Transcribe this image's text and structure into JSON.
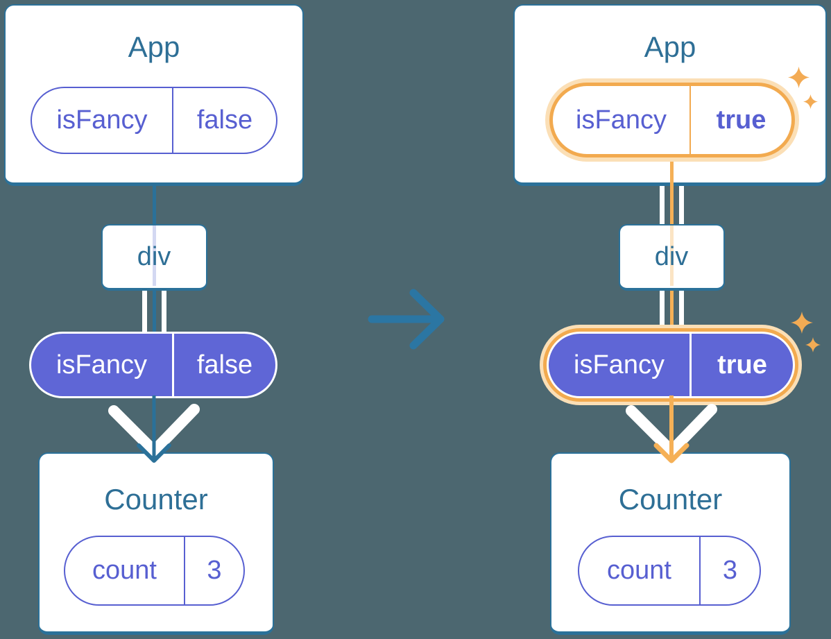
{
  "diagram": {
    "before": {
      "app": {
        "title": "App",
        "prop_name": "isFancy",
        "prop_value": "false"
      },
      "div": {
        "label": "div"
      },
      "passed_prop": {
        "name": "isFancy",
        "value": "false"
      },
      "counter": {
        "title": "Counter",
        "state_name": "count",
        "state_value": "3"
      }
    },
    "after": {
      "app": {
        "title": "App",
        "prop_name": "isFancy",
        "prop_value": "true"
      },
      "div": {
        "label": "div"
      },
      "passed_prop": {
        "name": "isFancy",
        "value": "true"
      },
      "counter": {
        "title": "Counter",
        "state_name": "count",
        "state_value": "3"
      }
    },
    "icons": {
      "transition_arrow": "right-arrow",
      "flow_arrow": "down-arrow",
      "sparkle": "four-point-star"
    },
    "colors": {
      "background": "#4c6770",
      "card_border_blue": "#2b7199",
      "node_title_text": "#2e6f96",
      "indigo_text": "#575fd1",
      "indigo_fill": "#5f66d6",
      "lavender_pass_line": "#d3d8f2",
      "highlight_orange": "#f2aa4f",
      "highlight_halo": "#fbdfb6",
      "orange_flow_line": "#f5b056",
      "peach_pass_line": "#fbe4c4",
      "transition_arrow_blue": "#2b76a3",
      "white": "#ffffff"
    }
  }
}
